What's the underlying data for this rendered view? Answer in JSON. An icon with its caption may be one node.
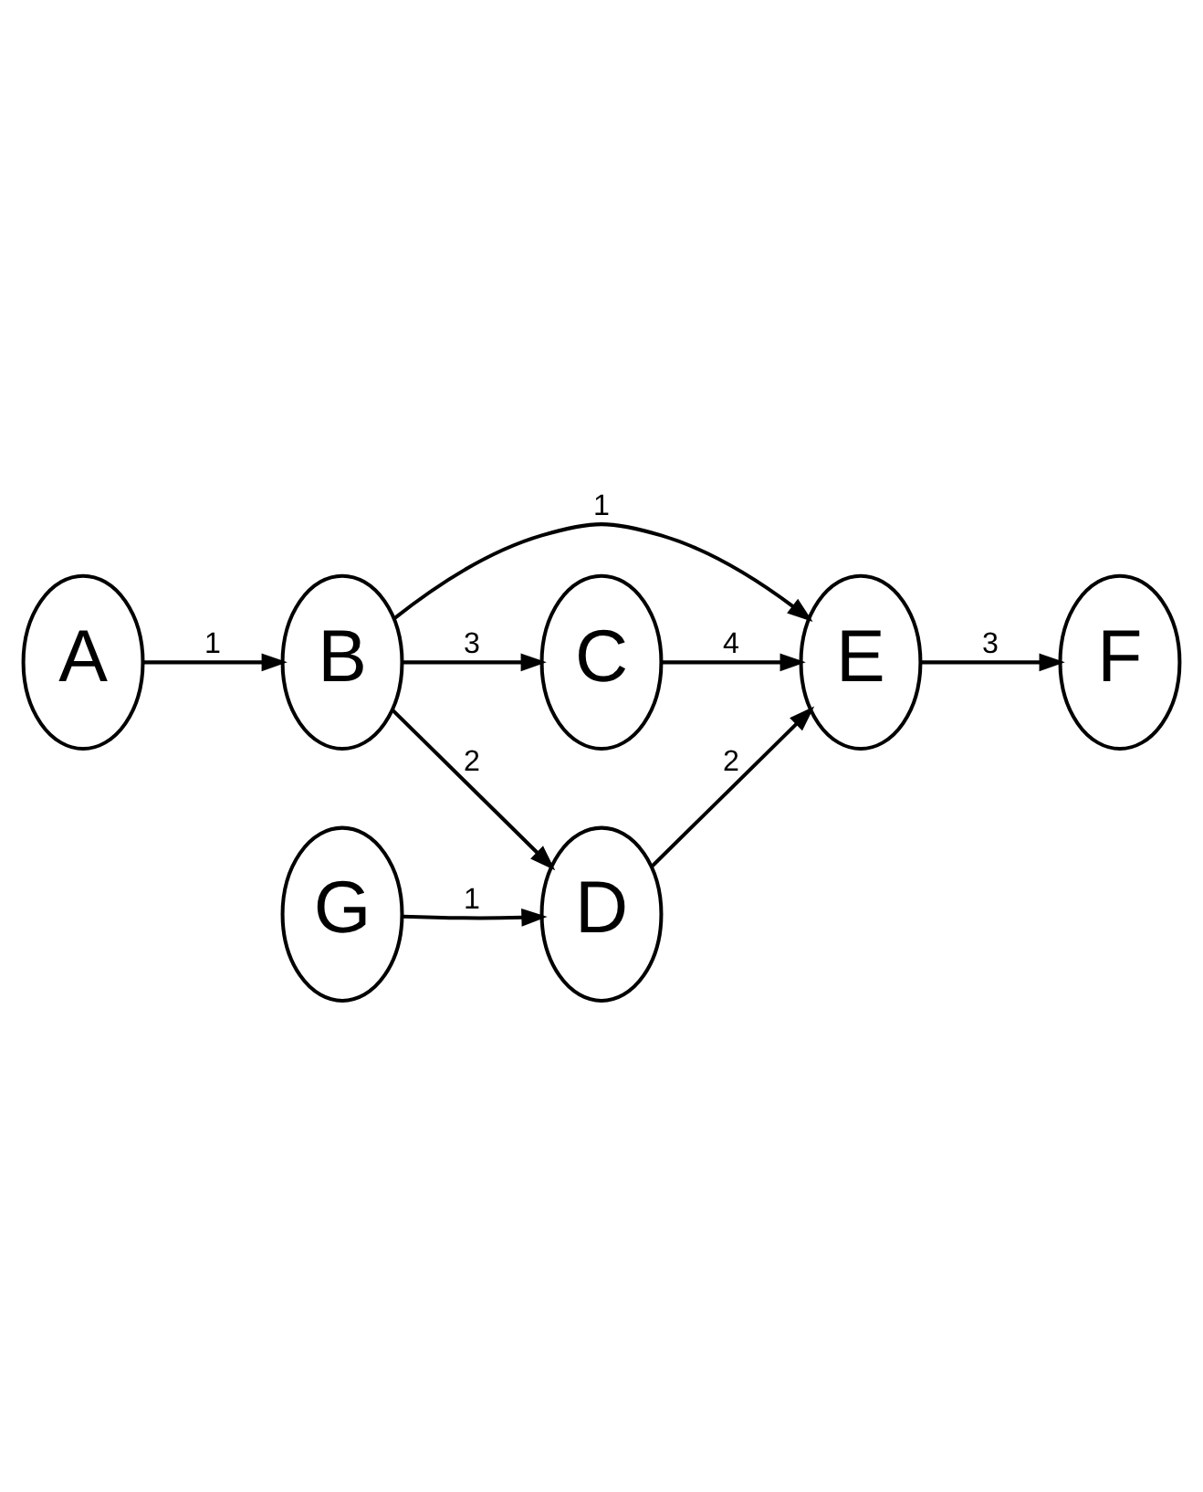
{
  "diagram": {
    "nodes": [
      {
        "text": [
          "A"
        ]
      },
      {
        "text": [
          "B"
        ]
      },
      {
        "text": [
          "C"
        ]
      },
      {
        "text": [
          "D"
        ]
      },
      {
        "text": [
          "E"
        ]
      },
      {
        "text": [
          "F"
        ]
      },
      {
        "text": [
          "G"
        ]
      }
    ],
    "edges": [
      {
        "from": 0,
        "to": 1,
        "arrow": "to",
        "label": "1"
      },
      {
        "from": 1,
        "to": 2,
        "arrow": "to",
        "label": "3"
      },
      {
        "from": 1,
        "to": 4,
        "arrow": "to",
        "label": "1"
      },
      {
        "from": 1,
        "to": 3,
        "arrow": "to",
        "label": "2"
      },
      {
        "from": 2,
        "to": 4,
        "arrow": "to",
        "label": "4"
      },
      {
        "from": 3,
        "to": 4,
        "arrow": "to",
        "label": "2"
      },
      {
        "from": 4,
        "to": 5,
        "arrow": "to",
        "label": "3"
      },
      {
        "from": 6,
        "to": 3,
        "arrow": "to",
        "label": "1"
      }
    ]
  }
}
